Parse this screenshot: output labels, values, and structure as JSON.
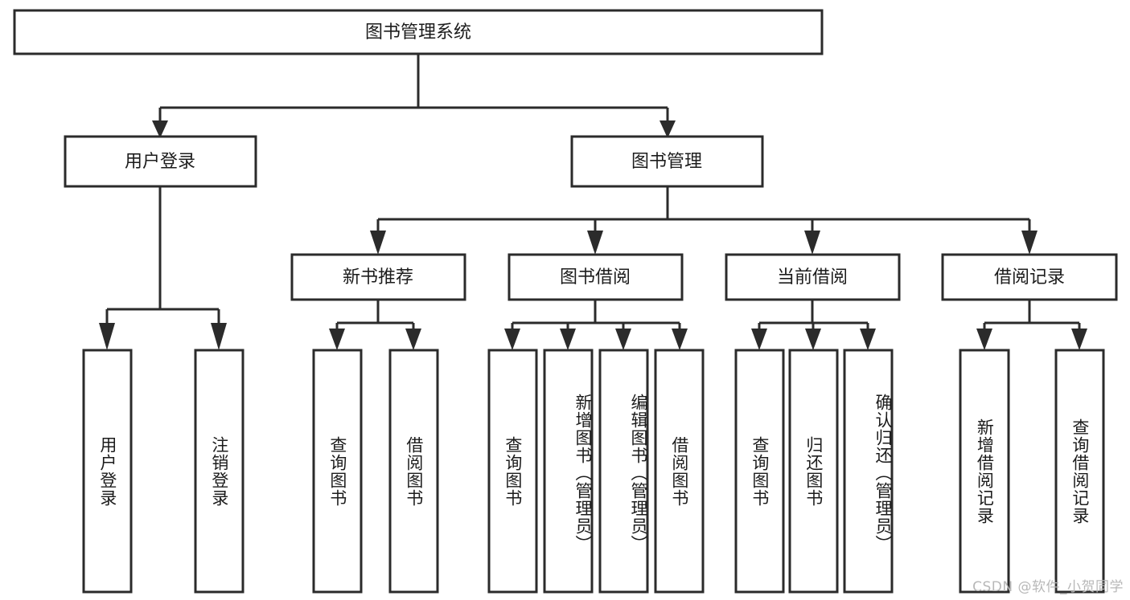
{
  "diagram": {
    "title": "图书管理系统",
    "type": "tree",
    "colors": {
      "box_stroke": "#2b2b2b",
      "box_fill": "#ffffff",
      "text": "#1c1c1c",
      "connector": "#2b2b2b",
      "watermark": "#b8b8b8",
      "background": "#ffffff"
    },
    "root": {
      "label": "图书管理系统"
    },
    "level2": [
      {
        "label": "用户登录"
      },
      {
        "label": "图书管理"
      }
    ],
    "level3": [
      {
        "label": "新书推荐"
      },
      {
        "label": "图书借阅"
      },
      {
        "label": "当前借阅"
      },
      {
        "label": "借阅记录"
      }
    ],
    "leaves": {
      "user_login": [
        {
          "label": "用户登录"
        },
        {
          "label": "注销登录"
        }
      ],
      "new_book_recommend": [
        {
          "label": "查询图书"
        },
        {
          "label": "借阅图书"
        }
      ],
      "book_borrow": [
        {
          "label": "查询图书"
        },
        {
          "label": "新增图书（管理员）"
        },
        {
          "label": "编辑图书（管理员）"
        },
        {
          "label": "借阅图书"
        }
      ],
      "current_borrow": [
        {
          "label": "查询图书"
        },
        {
          "label": "归还图书"
        },
        {
          "label": "确认归还（管理员）"
        }
      ],
      "borrow_record": [
        {
          "label": "新增借阅记录"
        },
        {
          "label": "查询借阅记录"
        }
      ]
    }
  },
  "watermark": {
    "text": "CSDN @软件_小贺同学"
  }
}
